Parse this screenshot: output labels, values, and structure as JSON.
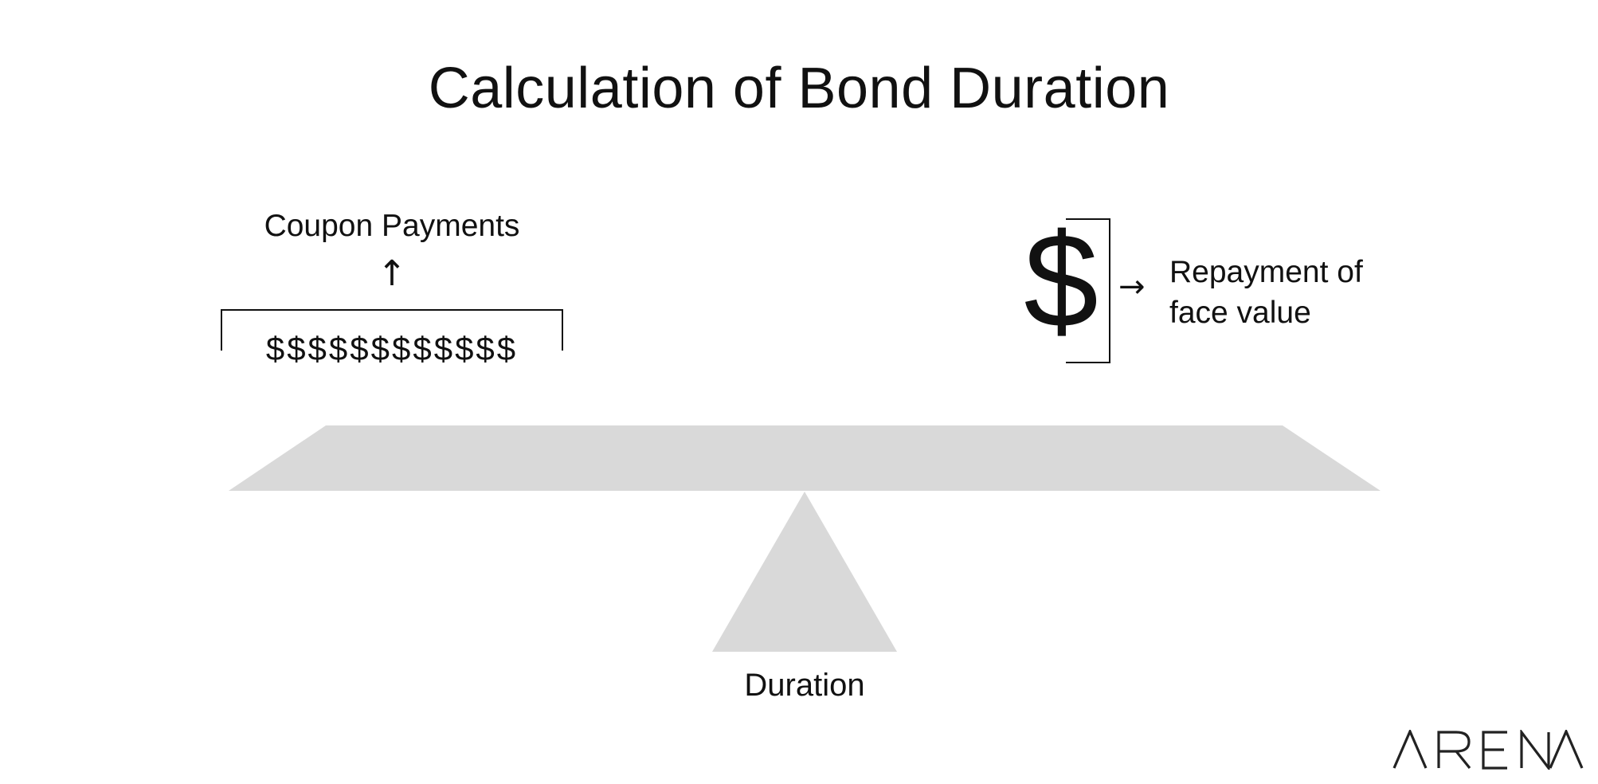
{
  "title": "Calculation of Bond Duration",
  "left_group": {
    "label": "Coupon Payments",
    "arrow": "↑",
    "dollars": "$$$$$$$$$$$$"
  },
  "right_group": {
    "symbol": "$",
    "arrow": "→",
    "label_line1": "Repayment of",
    "label_line2": "face value"
  },
  "fulcrum_label": "Duration",
  "logo": {
    "text": "ARENA"
  },
  "colors": {
    "seesaw_fill": "#d9d9d9",
    "text": "#111111",
    "background": "#ffffff"
  }
}
